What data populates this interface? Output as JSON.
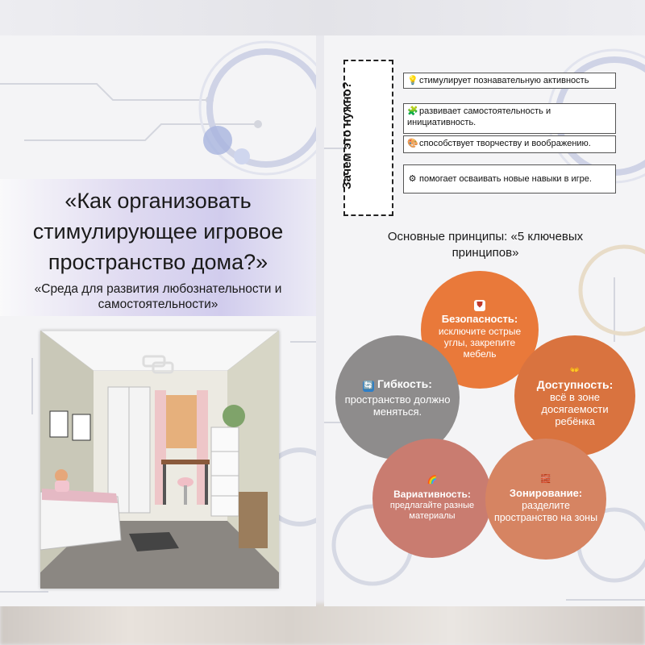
{
  "left_panel": {
    "title": "«Как организовать стимулирующее игровое пространство дома?»",
    "subtitle": "«Среда для развития любознательности и самостоятельности»",
    "image": {
      "description_icon": "room-illustration-icon"
    }
  },
  "right_panel": {
    "why_label": "Зачем это нужно?",
    "benefits": [
      {
        "icon": "lightbulb-icon",
        "glyph": "💡",
        "text": "стимулирует познавательную активность"
      },
      {
        "icon": "puzzle-icon",
        "glyph": "🧩",
        "text": "развивает самостоятельность и инициативность."
      },
      {
        "icon": "palette-icon",
        "glyph": "🎨",
        "text": "способствует творчеству и воображению."
      },
      {
        "icon": "gear-icon",
        "glyph": "⚙",
        "text": "помогает осваивать новые навыки в игре."
      }
    ],
    "principles_title": "Основные принципы: «5 ключевых принципов»",
    "principles": [
      {
        "icon": "shield-icon",
        "glyph": "⛊",
        "heading": "Безопасность:",
        "body": "исключите острые углы, закрепите мебель",
        "color": "#e9793a"
      },
      {
        "icon": "hands-icon",
        "glyph": "👐",
        "heading": "Доступность:",
        "body": "всё в зоне досягаемости ребёнка",
        "color": "#d9733f"
      },
      {
        "icon": "refresh-icon",
        "glyph": "🔄",
        "heading": "Гибкость:",
        "body": "пространство должно меняться.",
        "color": "#8e8c8c"
      },
      {
        "icon": "rainbow-icon",
        "glyph": "🌈",
        "heading": "Вариативность:",
        "body": "предлагайте разные материалы",
        "color": "#c97c70"
      },
      {
        "icon": "bricks-icon",
        "glyph": "🧱",
        "heading": "Зонирование:",
        "body": "разделите пространство на зоны",
        "color": "#d68462"
      }
    ]
  }
}
